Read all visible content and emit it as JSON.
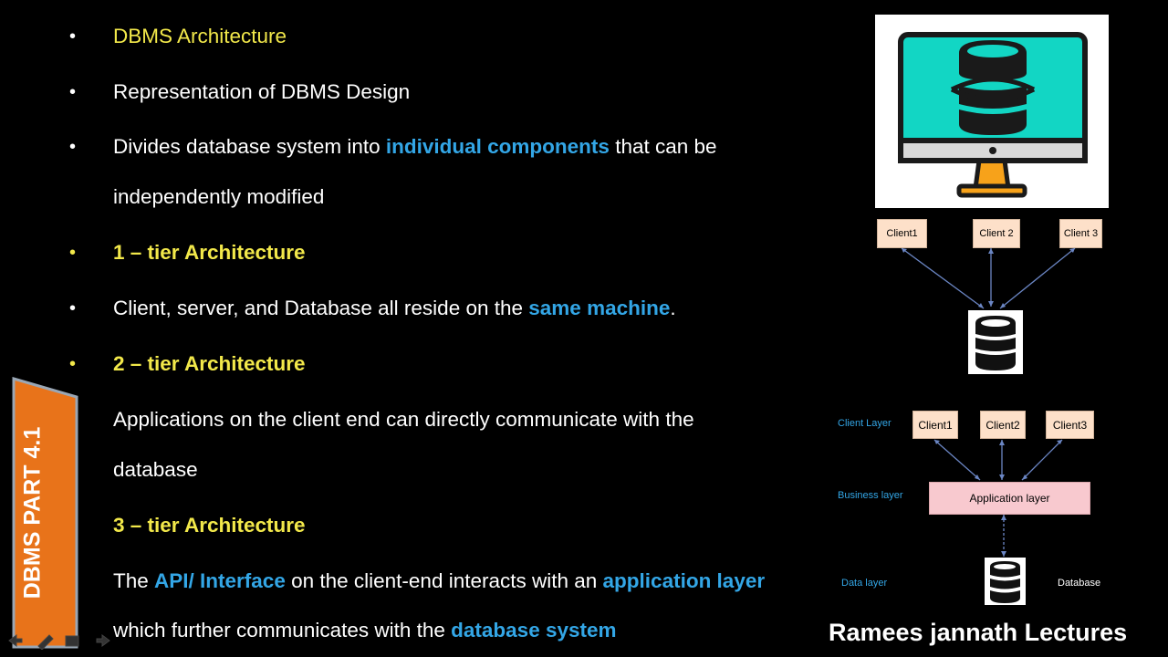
{
  "slide": {
    "bullets": [
      {
        "segments": [
          {
            "text": "DBMS Architecture",
            "style": "yellow"
          }
        ],
        "dot": true
      },
      {
        "segments": [
          {
            "text": "Representation of DBMS Design",
            "style": "white"
          }
        ],
        "dot": true
      },
      {
        "segments": [
          {
            "text": "Divides database system into ",
            "style": "white"
          },
          {
            "text": "individual components",
            "style": "blueb"
          },
          {
            "text": " that can be",
            "style": "white"
          }
        ],
        "dot": true
      },
      {
        "segments": [
          {
            "text": "independently modified",
            "style": "white"
          }
        ],
        "dot": false
      },
      {
        "segments": [
          {
            "text": "1 – tier Architecture",
            "style": "yellowb"
          }
        ],
        "dot": true,
        "dotColor": "#f2e84a"
      },
      {
        "segments": [
          {
            "text": "Client, server, and Database all reside on the ",
            "style": "white"
          },
          {
            "text": "same machine",
            "style": "blueb"
          },
          {
            "text": ".",
            "style": "white"
          }
        ],
        "dot": true
      },
      {
        "segments": [
          {
            "text": "2 – tier Architecture",
            "style": "yellowb"
          }
        ],
        "dot": true,
        "dotColor": "#f2e84a"
      },
      {
        "segments": [
          {
            "text": "Applications on the client end can directly communicate with the",
            "style": "white"
          }
        ],
        "dot": false
      },
      {
        "segments": [
          {
            "text": "database",
            "style": "white"
          }
        ],
        "dot": false
      },
      {
        "segments": [
          {
            "text": "3 – tier Architecture",
            "style": "yellowb"
          }
        ],
        "dot": false
      },
      {
        "segments": [
          {
            "text": "The ",
            "style": "white"
          },
          {
            "text": "API/ Interface",
            "style": "blueb"
          },
          {
            "text": " on the client-end interacts with an ",
            "style": "white"
          },
          {
            "text": "application layer",
            "style": "blueb"
          }
        ],
        "dot": false
      },
      {
        "segments": [
          {
            "text": "which further communicates with the ",
            "style": "white"
          },
          {
            "text": "database system",
            "style": "blueb"
          }
        ],
        "dot": false
      }
    ],
    "side_tab": "DBMS PART 4.1",
    "two_tier": {
      "clients": [
        "Client1",
        "Client 2",
        "Client 3"
      ]
    },
    "three_tier": {
      "layers": [
        "Client Layer",
        "Business layer",
        "Data layer"
      ],
      "clients": [
        "Client1",
        "Client2",
        "Client3"
      ],
      "app_layer": "Application layer",
      "db_label": "Database"
    },
    "credit": "Ramees jannath Lectures"
  },
  "colors": {
    "yellow": "#f2e84a",
    "blue": "#33a6e6",
    "orange": "#e8731a",
    "teal": "#12d6c4"
  }
}
